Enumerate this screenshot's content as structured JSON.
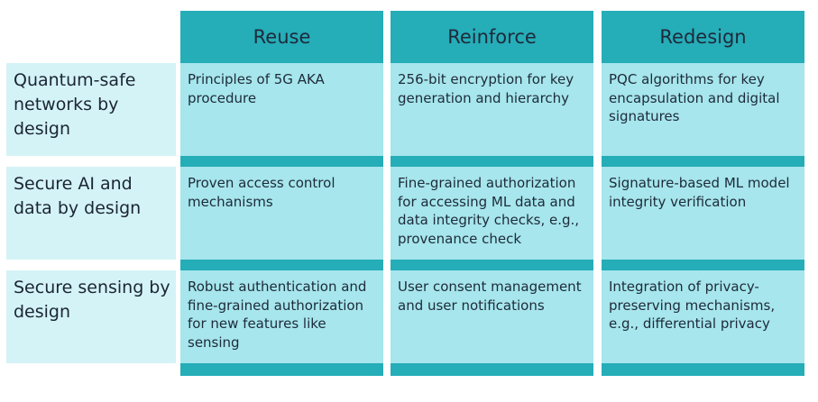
{
  "columns": [
    "Reuse",
    "Reinforce",
    "Redesign"
  ],
  "rows": [
    {
      "label": "Quantum-safe networks by design",
      "cells": [
        "Principles of 5G AKA procedure",
        "256-bit encryption for key generation and hierarchy",
        "PQC algorithms for key encapsulation and digital signatures"
      ]
    },
    {
      "label": "Secure AI and data by design",
      "cells": [
        "Proven access control mechanisms",
        "Fine-grained authorization for accessing ML data and data integrity checks, e.g., provenance check",
        "Signature-based ML model integrity verification"
      ]
    },
    {
      "label": "Secure sensing by design",
      "cells": [
        "Robust authentication and fine-grained authorization for new features like sensing",
        "User consent management and user notifications",
        "Integration of privacy-preserving mechanisms, e.g., differential privacy"
      ]
    }
  ]
}
